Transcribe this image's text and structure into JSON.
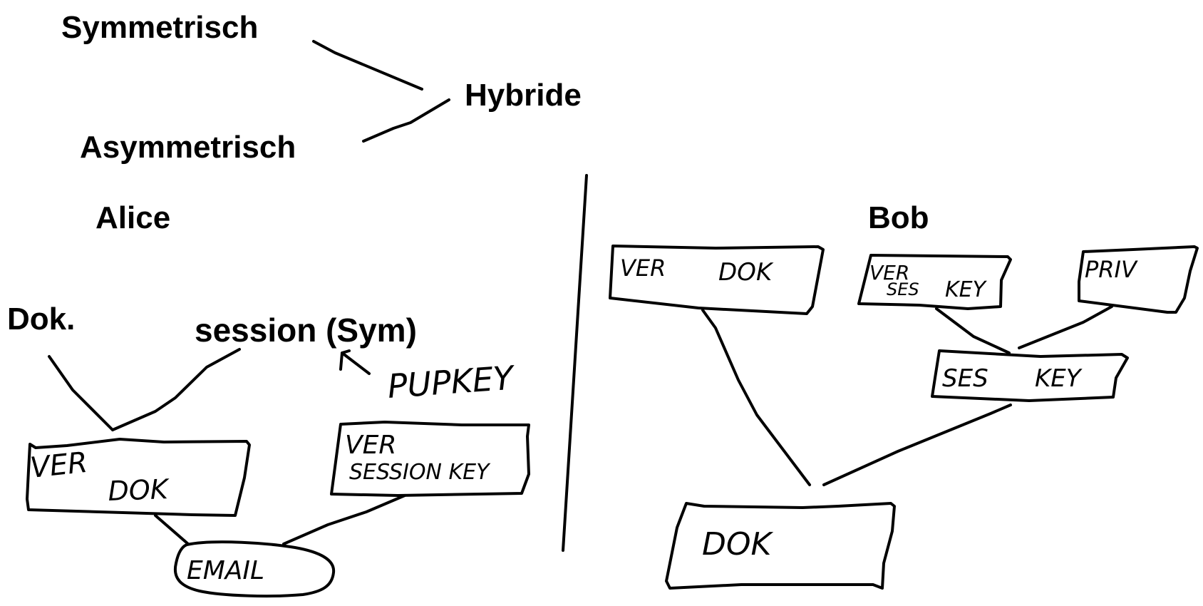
{
  "typed_labels": {
    "symmetric": "Symmetrisch",
    "hybrid": "Hybride",
    "asymmetric": "Asymmetrisch",
    "alice": "Alice",
    "bob": "Bob",
    "doc": "Dok.",
    "session": "session (Sym)"
  },
  "handwritten": {
    "alice_enc_doc": [
      "VER",
      "DOK"
    ],
    "pubkey": "PUPKEY",
    "enc_session_key": [
      "VER",
      "SESSION KEY"
    ],
    "email": "EMAIL",
    "bob_enc_doc": [
      "VER",
      "DOK"
    ],
    "bob_enc_ses_key": [
      "VER",
      "SES",
      "KEY"
    ],
    "priv": "PRIV",
    "ses_key": [
      "SES",
      "KEY"
    ],
    "dok": "DOK"
  },
  "colors": {
    "ink": "#000000",
    "background": "#ffffff"
  }
}
